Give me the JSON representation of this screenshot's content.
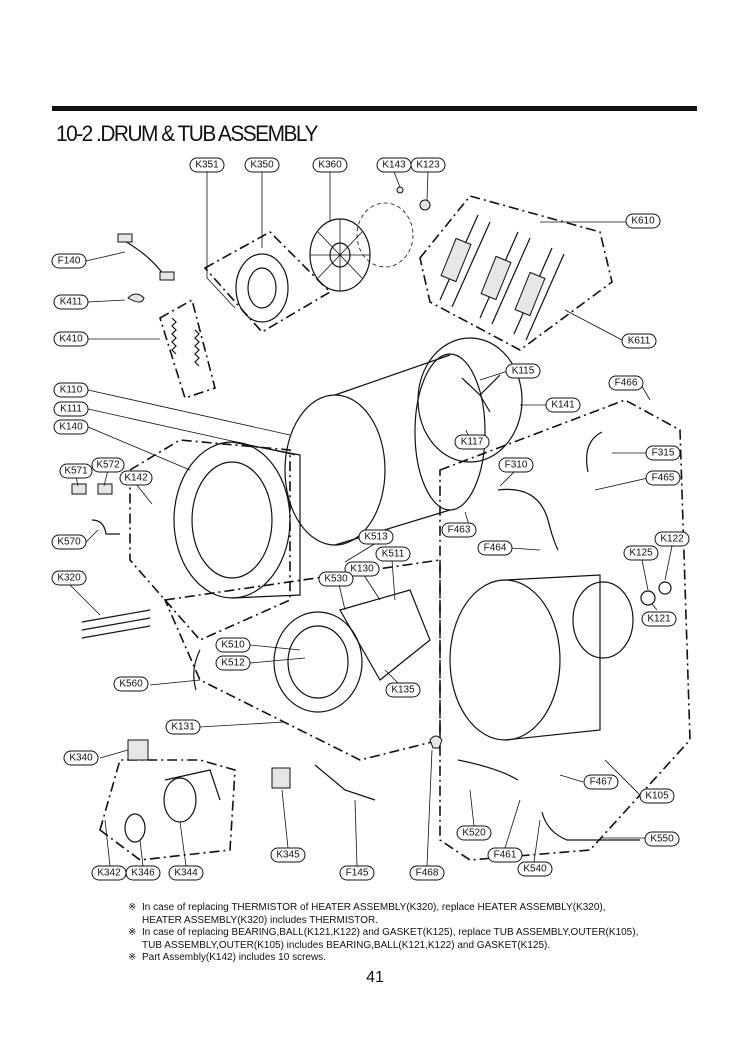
{
  "title": "10-2 .DRUM & TUB ASSEMBLY",
  "labels": {
    "K351": "K351",
    "K350": "K350",
    "K360": "K360",
    "K143": "K143",
    "K123": "K123",
    "K610": "K610",
    "F140": "F140",
    "K411": "K411",
    "K410": "K410",
    "K611": "K611",
    "K115": "K115",
    "F466": "F466",
    "K110": "K110",
    "K111": "K111",
    "K141": "K141",
    "K140": "K140",
    "K117": "K117",
    "F315": "F315",
    "K572": "K572",
    "K571": "K571",
    "F310": "F310",
    "K142": "K142",
    "F465": "F465",
    "F463": "F463",
    "K570": "K570",
    "K513": "K513",
    "K122": "K122",
    "K511": "K511",
    "F464": "F464",
    "K125": "K125",
    "K130": "K130",
    "K320": "K320",
    "K530": "K530",
    "K121": "K121",
    "K510": "K510",
    "K512": "K512",
    "K560": "K560",
    "K135": "K135",
    "K131": "K131",
    "K340": "K340",
    "F467": "F467",
    "K105": "K105",
    "K520": "K520",
    "K550": "K550",
    "K345": "K345",
    "F461": "F461",
    "K540": "K540",
    "K342": "K342",
    "K346": "K346",
    "K344": "K344",
    "F145": "F145",
    "F468": "F468"
  },
  "notes": [
    {
      "mark": "※",
      "line1": "In case of replacing THERMISTOR of HEATER ASSEMBLY(K320), replace HEATER ASSEMBLY(K320),",
      "line2": "HEATER ASSEMBLY(K320) includes THERMISTOR."
    },
    {
      "mark": "※",
      "line1": "In case of replacing BEARING,BALL(K121,K122) and GASKET(K125), replace TUB ASSEMBLY,OUTER(K105),",
      "line2": "TUB ASSEMBLY,OUTER(K105) includes BEARING,BALL(K121,K122) and GASKET(K125)."
    },
    {
      "mark": "※",
      "line1": "Part Assembly(K142) includes 10 screws.",
      "line2": ""
    }
  ],
  "page_number": "41"
}
